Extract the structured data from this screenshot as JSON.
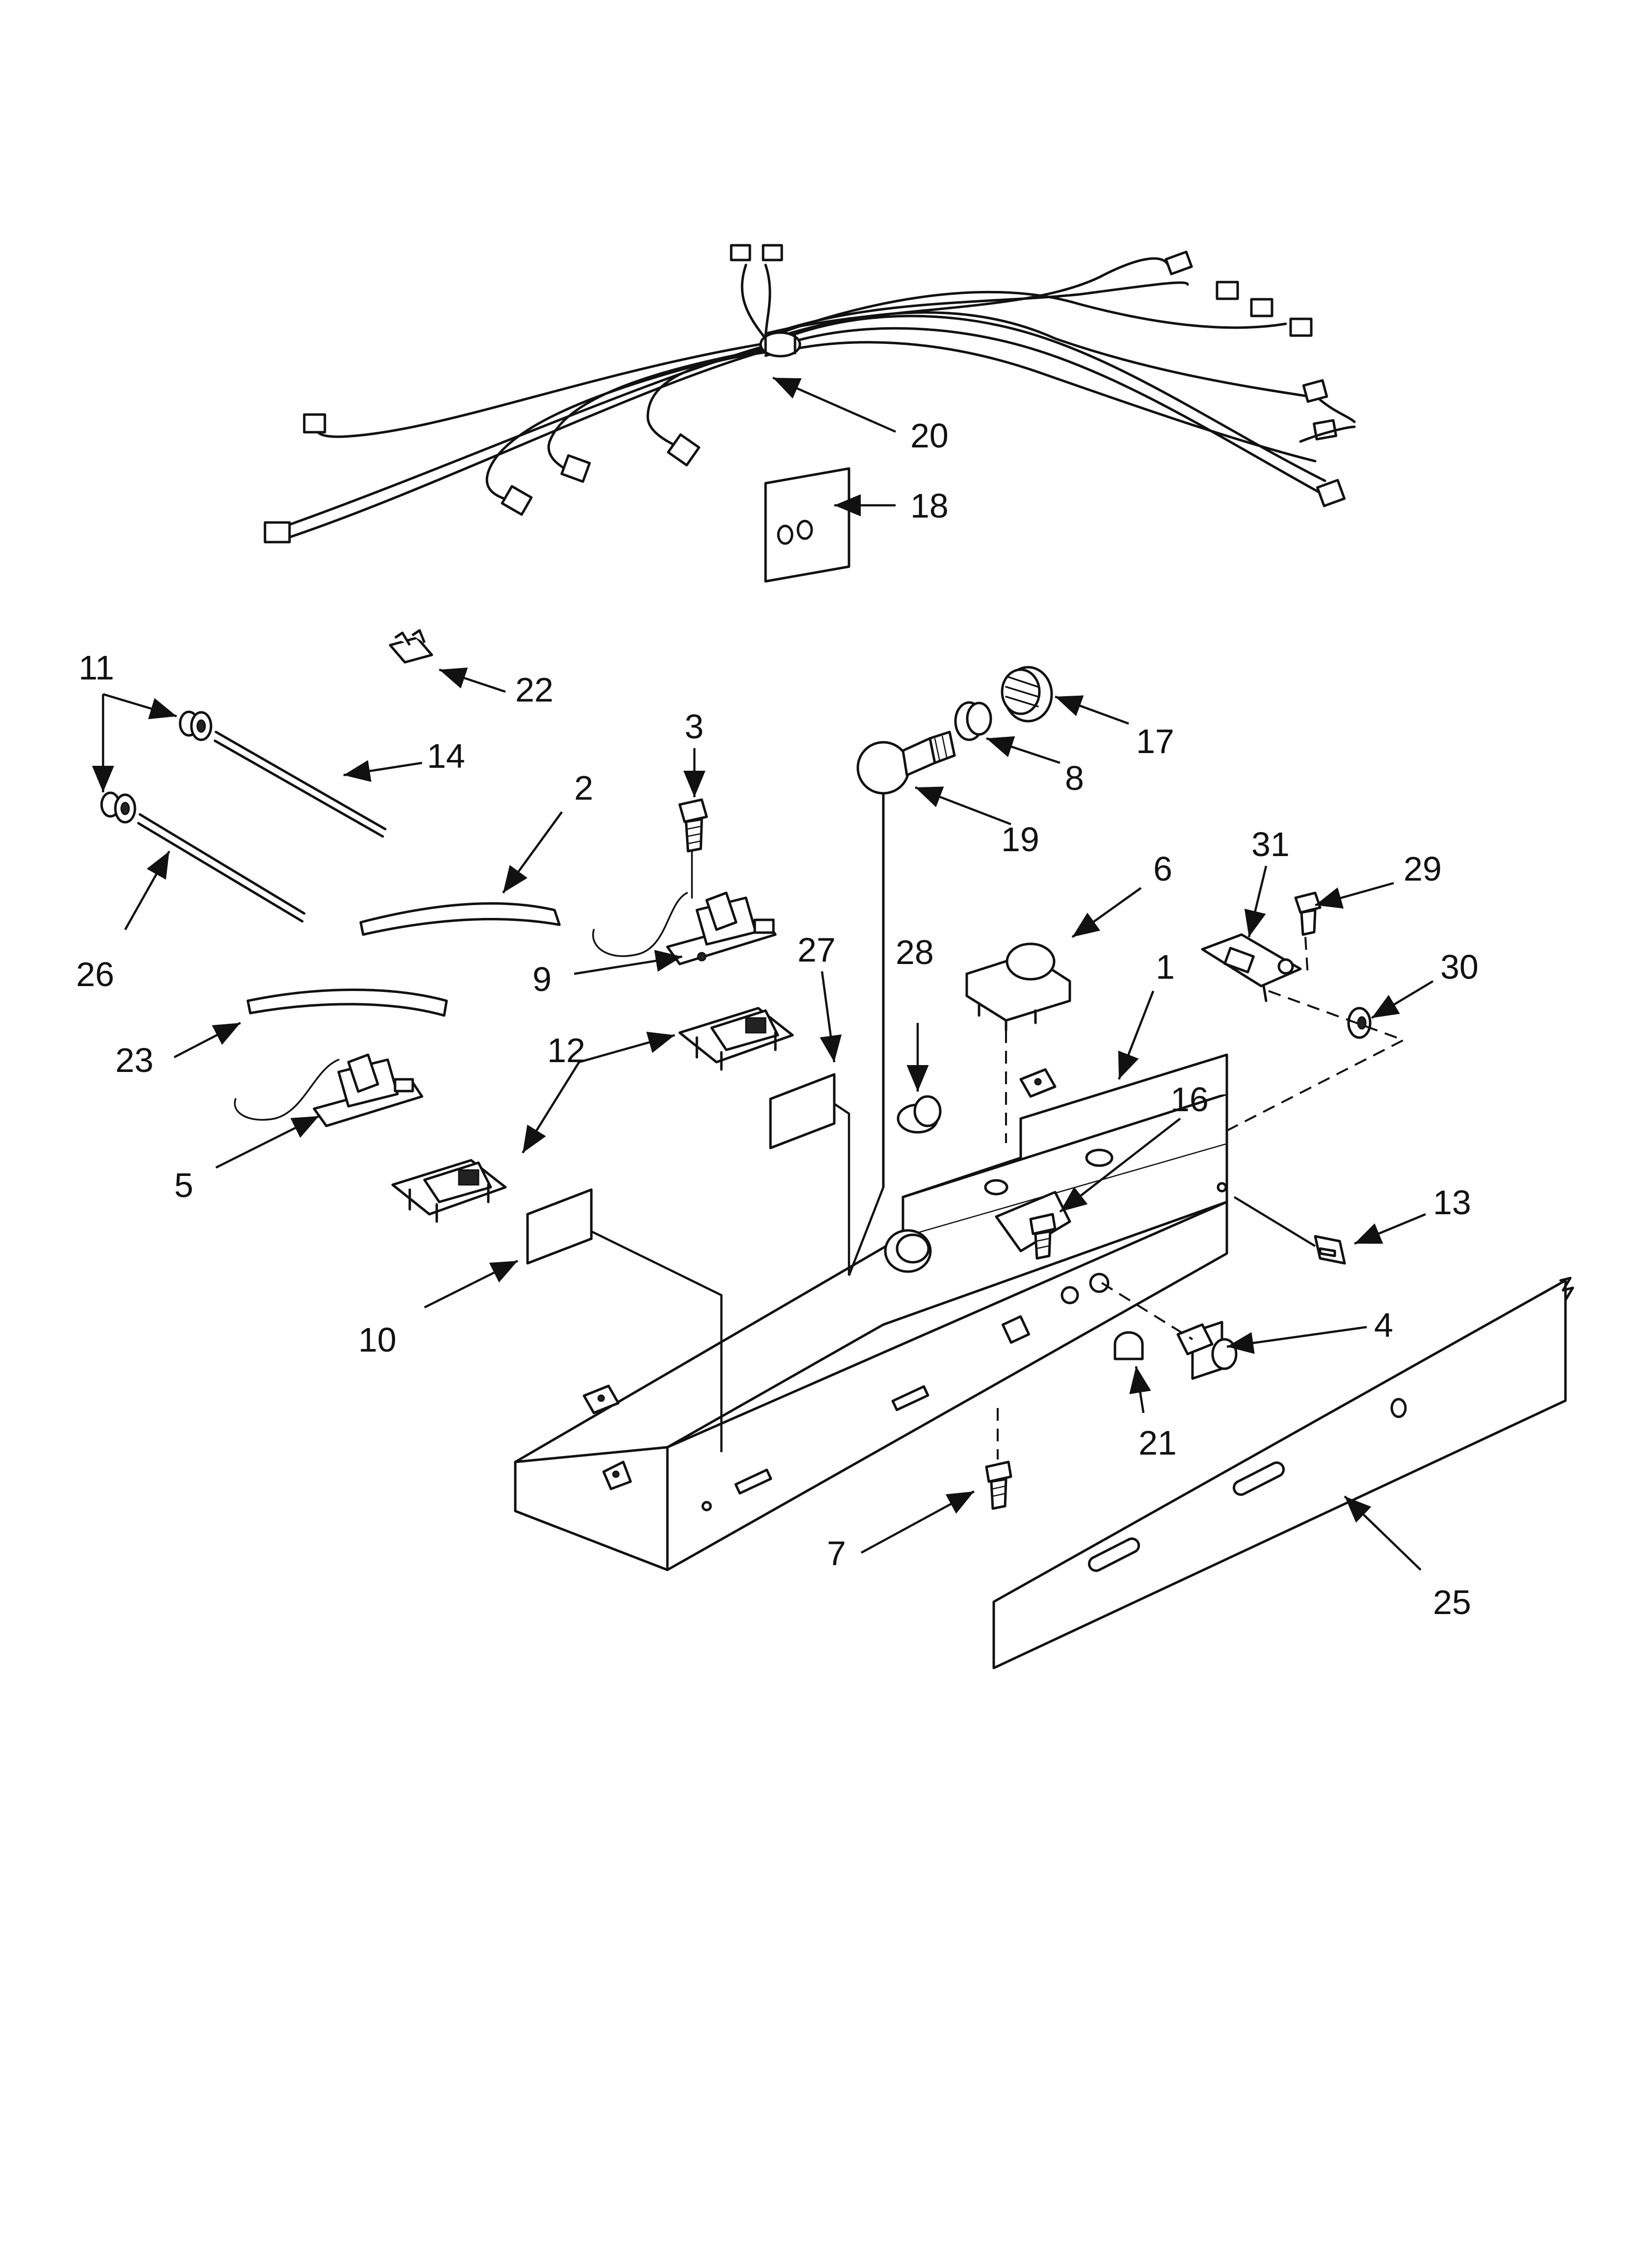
{
  "diagram": {
    "background": "#ffffff",
    "ink": "#111111",
    "callouts": [
      {
        "id": "c1",
        "text": "1"
      },
      {
        "id": "c2",
        "text": "2"
      },
      {
        "id": "c3",
        "text": "3"
      },
      {
        "id": "c4",
        "text": "4"
      },
      {
        "id": "c5",
        "text": "5"
      },
      {
        "id": "c6",
        "text": "6"
      },
      {
        "id": "c7",
        "text": "7"
      },
      {
        "id": "c8",
        "text": "8"
      },
      {
        "id": "c9",
        "text": "9"
      },
      {
        "id": "c10",
        "text": "10"
      },
      {
        "id": "c11",
        "text": "11"
      },
      {
        "id": "c12",
        "text": "12"
      },
      {
        "id": "c13",
        "text": "13"
      },
      {
        "id": "c14",
        "text": "14"
      },
      {
        "id": "c16",
        "text": "16"
      },
      {
        "id": "c17",
        "text": "17"
      },
      {
        "id": "c18",
        "text": "18"
      },
      {
        "id": "c19",
        "text": "19"
      },
      {
        "id": "c20",
        "text": "20"
      },
      {
        "id": "c21",
        "text": "21"
      },
      {
        "id": "c22",
        "text": "22"
      },
      {
        "id": "c23",
        "text": "23"
      },
      {
        "id": "c25",
        "text": "25"
      },
      {
        "id": "c26",
        "text": "26"
      },
      {
        "id": "c27",
        "text": "27"
      },
      {
        "id": "c28",
        "text": "28"
      },
      {
        "id": "c29",
        "text": "29"
      },
      {
        "id": "c30",
        "text": "30"
      },
      {
        "id": "c31",
        "text": "31"
      }
    ]
  }
}
